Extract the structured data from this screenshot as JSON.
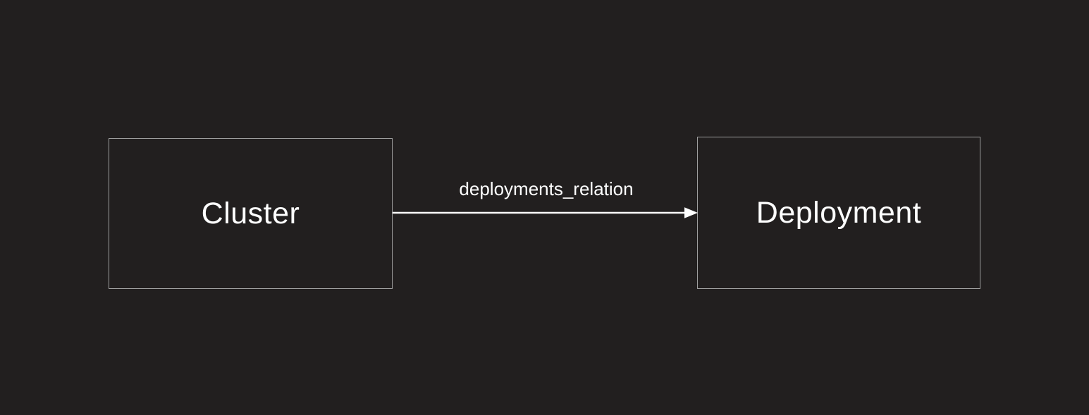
{
  "diagram": {
    "colors": {
      "background": "#221f1f",
      "node_border": "#9e9e9e",
      "text": "#ffffff",
      "arrow": "#ffffff"
    },
    "nodes": [
      {
        "id": "cluster",
        "label": "Cluster"
      },
      {
        "id": "deployment",
        "label": "Deployment"
      }
    ],
    "edges": [
      {
        "from": "cluster",
        "to": "deployment",
        "label": "deployments_relation",
        "direction": "right"
      }
    ]
  }
}
